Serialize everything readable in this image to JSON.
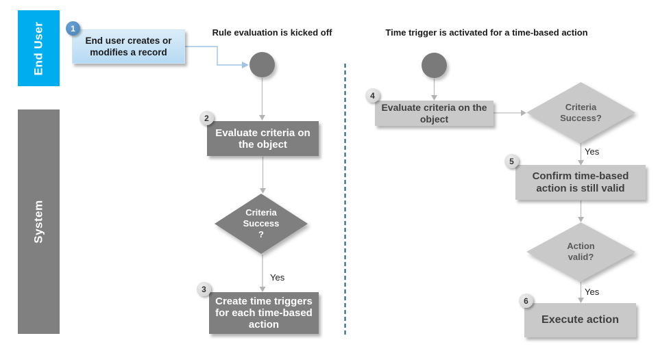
{
  "lanes": {
    "end_user": {
      "label": "End User",
      "color": "#00AEEF"
    },
    "system": {
      "label": "System",
      "color": "#808080"
    }
  },
  "headers": {
    "left": "Rule evaluation is kicked off",
    "right": "Time trigger is activated for a time-based action"
  },
  "steps": {
    "step1": {
      "badge": "1",
      "label": "End user creates or modifies a record"
    },
    "step2": {
      "badge": "2",
      "label": "Evaluate criteria on the object"
    },
    "step3": {
      "badge": "3",
      "label": "Create time triggers for each time-based action"
    },
    "step4": {
      "badge": "4",
      "label": "Evaluate criteria on the object"
    },
    "step5": {
      "badge": "5",
      "label": "Confirm time-based action is still valid"
    },
    "step6": {
      "badge": "6",
      "label": "Execute action"
    }
  },
  "decisions": {
    "d1": {
      "label": "Criteria\nSuccess\n?"
    },
    "d2": {
      "label": "Criteria\nSuccess?"
    },
    "d3": {
      "label": "Action\nvalid?"
    }
  },
  "edge_labels": {
    "yes1": "Yes",
    "yes2": "Yes",
    "yes3": "Yes"
  },
  "colors": {
    "lane_end_user": "#00AEEF",
    "lane_system": "#808080",
    "node_dark": "#7F7F7F",
    "node_light": "#C9C9C9",
    "step1_fill_top": "#DCEDF9",
    "step1_fill_bottom": "#B5DAF3",
    "badge1_fill": "#4E8FC6",
    "badge_fill": "#D9D9D9",
    "connector_gray": "#B3B3B3",
    "connector_blue": "#9DC3E6",
    "divider": "#155E7F"
  }
}
